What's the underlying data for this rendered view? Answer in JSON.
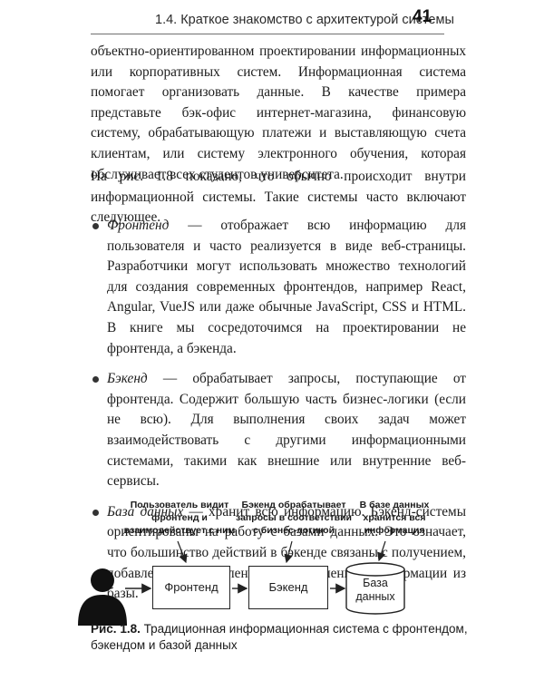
{
  "header": {
    "running_title": "1.4. Краткое знакомство с архитектурой системы",
    "page_number": "41"
  },
  "body": {
    "para1": "объектно-ориентированном проектировании информационных или корпоративных систем. Информационная система помогает организовать данные. В качестве примера представьте бэк-офис интернет-магазина, финансовую систему, обрабатывающую платежи и выставляющую счета клиентам, или систему электронного обучения, которая обслуживает всех студентов университета.",
    "para2": "На рис. 1.8 показано, что обычно происходит внутри информационной системы. Такие системы часто включают следующее.",
    "bullets": [
      {
        "term": "Фронтенд",
        "text": " — отображает всю информацию для пользователя и часто реализуется в виде веб-страницы. Разработчики могут использовать множество технологий для создания современных фронтендов, например React, Angular, VueJS или даже обычные JavaScript, CSS и HTML. В книге мы сосредоточимся на проектировании не фронтенда, а бэкенда."
      },
      {
        "term": "Бэкенд",
        "text": " — обрабатывает запросы, поступающие от фронтенда. Содержит большую часть бизнес-логики (если не всю). Для выполнения своих задач может взаимодействовать с другими информационными системами, такими как внешние или внутренние веб-сервисы."
      },
      {
        "term": "База данных",
        "text": " — хранит всю информацию. Бэкенд-системы ориентированы на работу с базами данных. Это означает, что большинство действий в бэкенде связаны с получением, добавлением, обновлением или удалением информации из базы."
      }
    ]
  },
  "figure": {
    "caption_user": "Пользователь видит фронтенд и взаимодействует с ним",
    "caption_backend": "Бэкенд обрабатывает запросы в соответствии с бизнес-логикой",
    "caption_db": "В базе данных хранится вся информация",
    "frontend_label": "Фронтенд",
    "backend_label": "Бэкенд",
    "db_label_line1": "База",
    "db_label_line2": "данных",
    "fig_number": "Рис. 1.8.",
    "fig_text": "Традиционная информационная система с фронтендом, бэкендом и базой данных"
  }
}
